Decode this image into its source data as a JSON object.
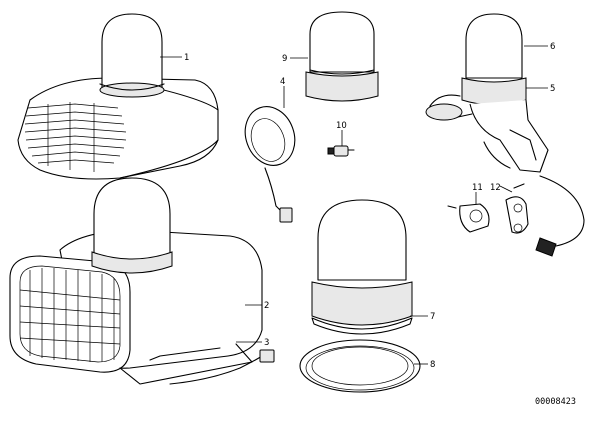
{
  "parts": [
    {
      "id": "1",
      "label": "1"
    },
    {
      "id": "2",
      "label": "2"
    },
    {
      "id": "3",
      "label": "3"
    },
    {
      "id": "4",
      "label": "4"
    },
    {
      "id": "5",
      "label": "5"
    },
    {
      "id": "6",
      "label": "6"
    },
    {
      "id": "7",
      "label": "7"
    },
    {
      "id": "8",
      "label": "8"
    },
    {
      "id": "9",
      "label": "9"
    },
    {
      "id": "10",
      "label": "10"
    },
    {
      "id": "11",
      "label": "11"
    },
    {
      "id": "12",
      "label": "12"
    }
  ],
  "document_number": "00008423"
}
